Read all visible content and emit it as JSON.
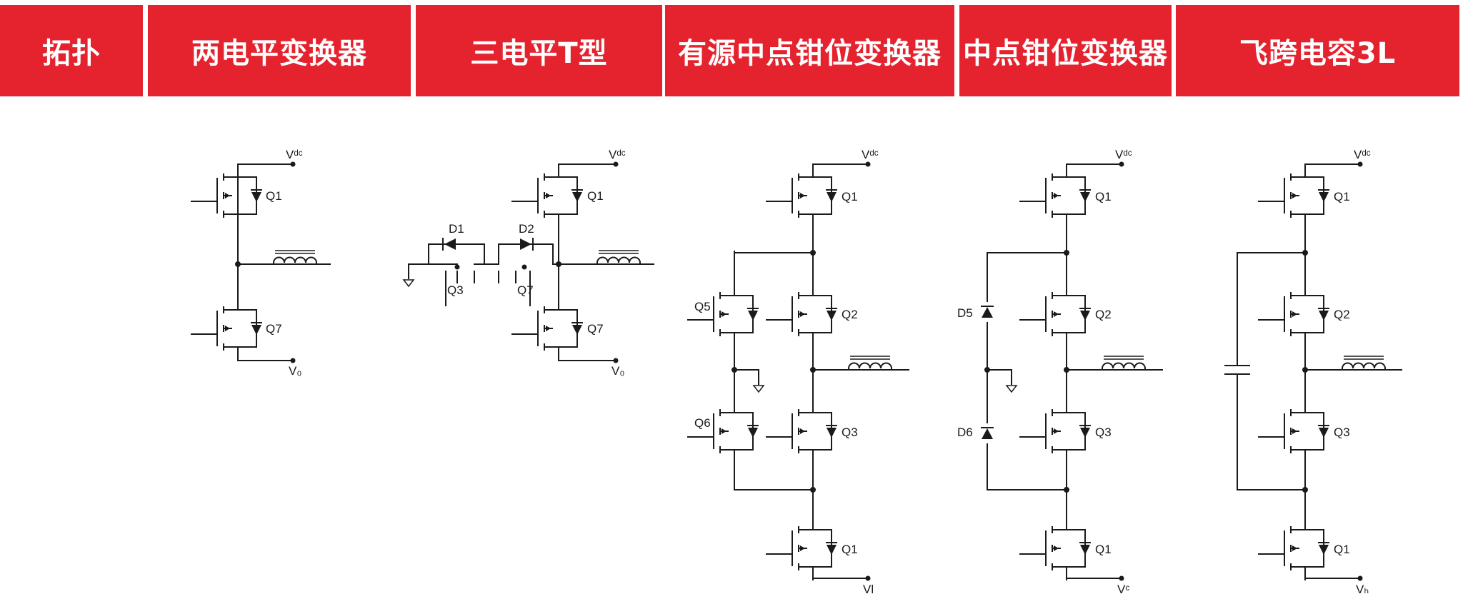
{
  "header": {
    "topology": "拓扑",
    "two_level": "两电平变换器",
    "t_type": "三电平T型",
    "anpc": "有源中点钳位变换器",
    "npc": "中点钳位变换器",
    "flying_cap": "飞跨电容3L"
  },
  "diagrams": {
    "two_level": {
      "vdc": "Vᵈᶜ",
      "vout": "V₀",
      "q_top": "Q1",
      "q_bot": "Q7"
    },
    "t_type": {
      "vdc": "Vᵈᶜ",
      "vout": "V₀",
      "q_top": "Q1",
      "q_bot": "Q7",
      "d1": "D1",
      "d2": "D2",
      "q3": "Q3",
      "q7": "Q7"
    },
    "anpc": {
      "vdc": "Vᵈᶜ",
      "vout": "Vl",
      "q1": "Q1",
      "q2": "Q2",
      "q3": "Q3",
      "q4": "Q1",
      "q5": "Q5",
      "q6": "Q6"
    },
    "npc": {
      "vdc": "Vᵈᶜ",
      "vout": "Vᶜ",
      "q1": "Q1",
      "q2": "Q2",
      "q3": "Q3",
      "q4": "Q1",
      "d5": "D5",
      "d6": "D6"
    },
    "flying_cap": {
      "vdc": "Vᵈᶜ",
      "vout": "Vₕ",
      "q1": "Q1",
      "q2": "Q2",
      "q3": "Q3",
      "q4": "Q1"
    }
  }
}
